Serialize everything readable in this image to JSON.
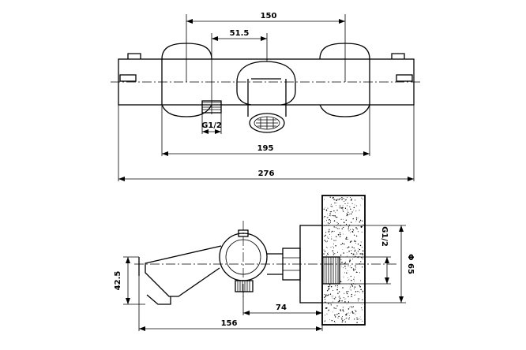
{
  "top_view": {
    "dim_valve_spacing": "150",
    "dim_spout_offset": "51.5",
    "dim_inlet_thread": "G1/2",
    "dim_inlet_span": "195",
    "dim_overall_length": "276"
  },
  "side_view": {
    "dim_wall_thread": "G1/2",
    "dim_escutcheon_dia": "Φ 65",
    "dim_spout_height": "42.5",
    "dim_inlet_depth": "74",
    "dim_total_projection": "156"
  }
}
